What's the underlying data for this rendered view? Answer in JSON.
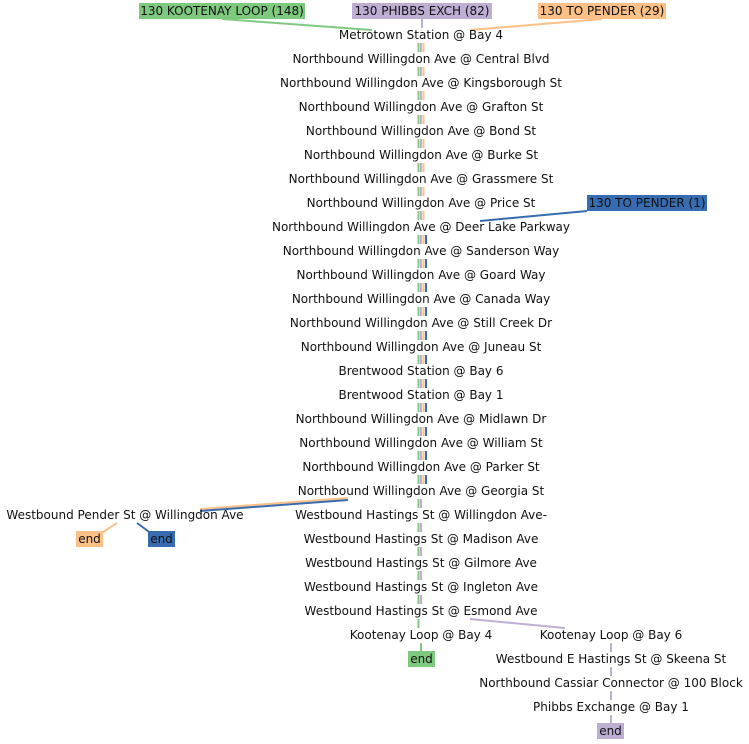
{
  "colors": {
    "kootenay": "#7fc97f",
    "phibbs": "#beaed4",
    "pender": "#fdc086",
    "pender_dark": "#386cb0"
  },
  "routes": {
    "kootenay": "130 KOOTENAY LOOP (148)",
    "phibbs": "130 PHIBBS EXCH (82)",
    "pender": "130 TO PENDER (29)",
    "pender_one": "130 TO PENDER (1)"
  },
  "trunk_stops": [
    "Metrotown Station @ Bay 4",
    "Northbound Willingdon Ave @ Central Blvd",
    "Northbound Willingdon Ave @ Kingsborough St",
    "Northbound Willingdon Ave @ Grafton St",
    "Northbound Willingdon Ave @ Bond St",
    "Northbound Willingdon Ave @ Burke St",
    "Northbound Willingdon Ave @ Grassmere St",
    "Northbound Willingdon Ave @ Price St",
    "Northbound Willingdon Ave @ Deer Lake Parkway",
    "Northbound Willingdon Ave @ Sanderson Way",
    "Northbound Willingdon Ave @ Goard Way",
    "Northbound Willingdon Ave @ Canada Way",
    "Northbound Willingdon Ave @ Still Creek Dr",
    "Northbound Willingdon Ave @ Juneau St",
    "Brentwood Station @ Bay 6",
    "Brentwood Station @ Bay 1",
    "Northbound Willingdon Ave @ Midlawn Dr",
    "Northbound Willingdon Ave @ William St",
    "Northbound Willingdon Ave @ Parker St",
    "Northbound Willingdon Ave @ Georgia St",
    "Westbound Hastings St @ Willingdon Ave-",
    "Westbound Hastings St @ Madison Ave",
    "Westbound Hastings St @ Gilmore Ave",
    "Westbound Hastings St @ Ingleton Ave",
    "Westbound Hastings St @ Esmond Ave",
    "Kootenay Loop @ Bay 4"
  ],
  "pender_stop": "Westbound Pender St @ Willingdon Ave",
  "phibbs_stops": [
    "Kootenay Loop @ Bay 6",
    "Westbound E Hastings St @ Skeena St",
    "Northbound Cassiar Connector @ 100 Block",
    "Phibbs Exchange @ Bay 1"
  ],
  "end_label": "end"
}
